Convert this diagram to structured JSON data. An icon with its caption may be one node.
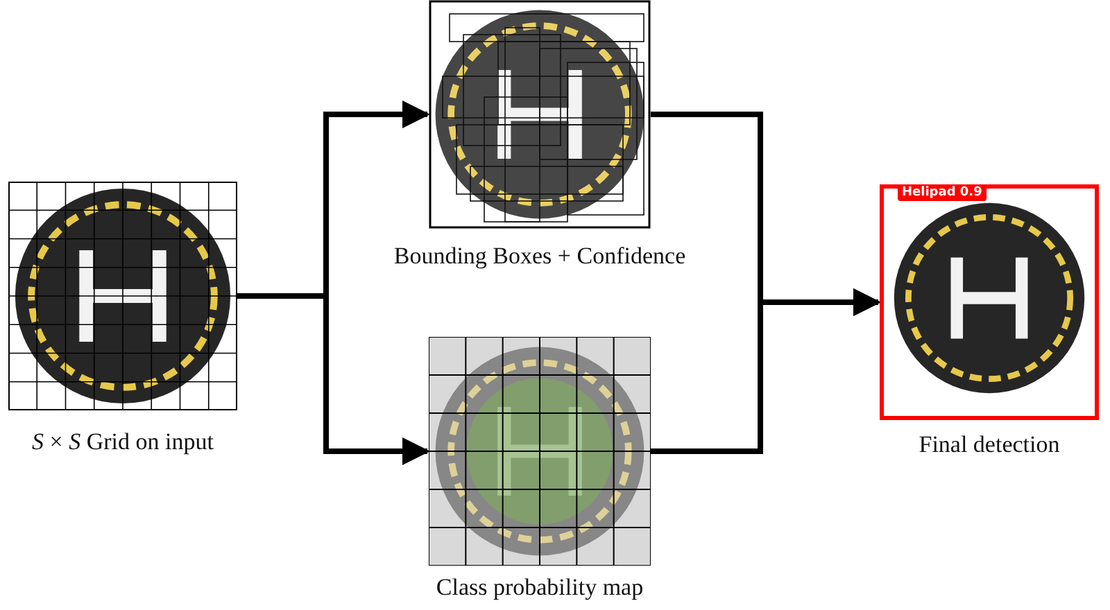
{
  "diagram": {
    "nodes": [
      {
        "text": [],
        "shape": "picture",
        "beside": [
          "*S* × *S* Grid on input"
        ]
      },
      {
        "text": [],
        "shape": "picture",
        "beside": [
          "Bounding Boxes + Confidence"
        ]
      },
      {
        "text": [],
        "shape": "picture",
        "beside": [
          "Class probability map"
        ]
      },
      {
        "text": [
          "Helipad 0.9"
        ],
        "beside": [
          "Final detection"
        ]
      }
    ],
    "edges": [
      {
        "from": 0,
        "to": 1,
        "arrow": "to"
      },
      {
        "from": 0,
        "to": 2,
        "arrow": "to"
      },
      {
        "from": 1,
        "to": 3,
        "arrow": "to"
      },
      {
        "from": 2,
        "to": 3,
        "arrow": "to"
      }
    ]
  }
}
